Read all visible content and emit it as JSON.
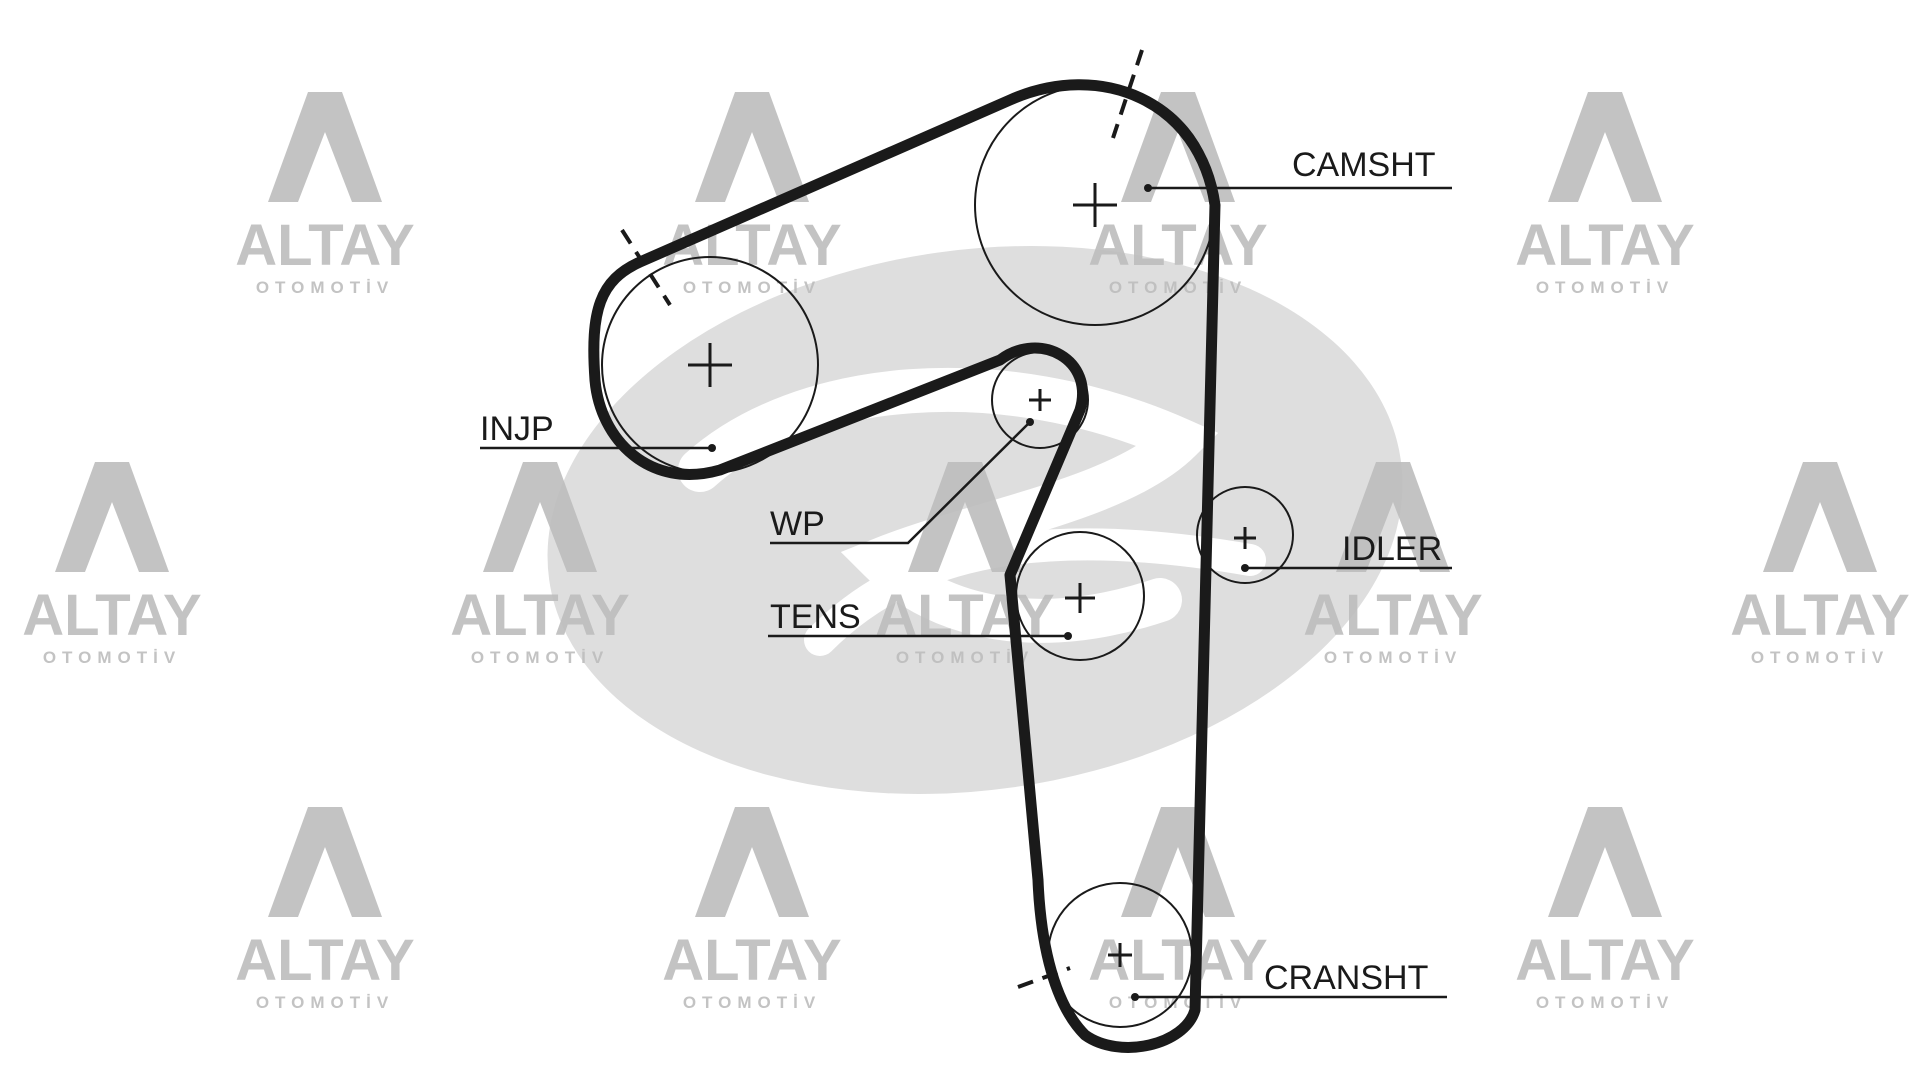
{
  "labels": {
    "camsht": "CAMSHT",
    "injp": "INJP",
    "wp": "WP",
    "idler": "IDLER",
    "tens": "TENS",
    "cransht": "CRANSHT"
  },
  "watermark": {
    "word": "ALTAY",
    "subtitle": "OTOMOTİV"
  },
  "colors": {
    "belt": "#1a1a1a",
    "watermark": "#bdbdbd",
    "brand_logo": "#d6d6d6"
  }
}
